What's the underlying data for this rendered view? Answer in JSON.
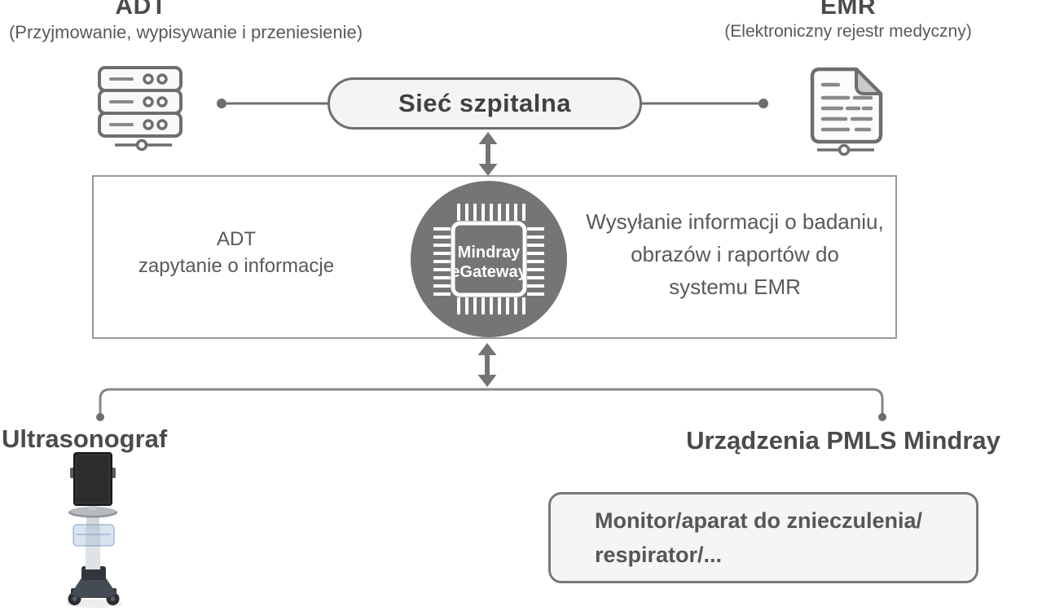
{
  "top_left": {
    "title": "ADT",
    "subtitle": "(Przyjmowanie, wypisywanie i przeniesienie)"
  },
  "top_right": {
    "title": "EMR",
    "subtitle": "(Elektroniczny rejestr medyczny)"
  },
  "network": {
    "label": "Sieć szpitalna"
  },
  "gateway": {
    "left_caption_line1": "ADT",
    "left_caption_line2": "zapytanie o informacje",
    "chip_label_line1": "Mindray",
    "chip_label_line2": "eGateway",
    "right_caption_line1": "Wysyłanie informacji o badaniu,",
    "right_caption_line2": "obrazów i raportów do",
    "right_caption_line3": "systemu EMR"
  },
  "bottom_left": {
    "title": "Ultrasonograf"
  },
  "bottom_right": {
    "title": "Urządzenia PMLS Mindray",
    "device_line1": "Monitor/aparat do znieczulenia/",
    "device_line2": "respirator/..."
  },
  "icons": {
    "server": "server-icon",
    "document": "document-icon",
    "chip": "chip-icon",
    "arrows": "double-arrow-icon",
    "ultrasound": "ultrasound-cart-image"
  },
  "colors": {
    "line": "#76777a",
    "dot": "#6d6e71",
    "arrow": "#737476",
    "circle_fill": "#757578",
    "pill_fill": "#f4f4f4",
    "pill_border": "#6d6e71",
    "box_border": "#98999c",
    "device_box_fill": "#f5f5f5",
    "heading_text": "#4b4b4d",
    "body_text": "#58595b",
    "chip_text": "#ffffff"
  }
}
